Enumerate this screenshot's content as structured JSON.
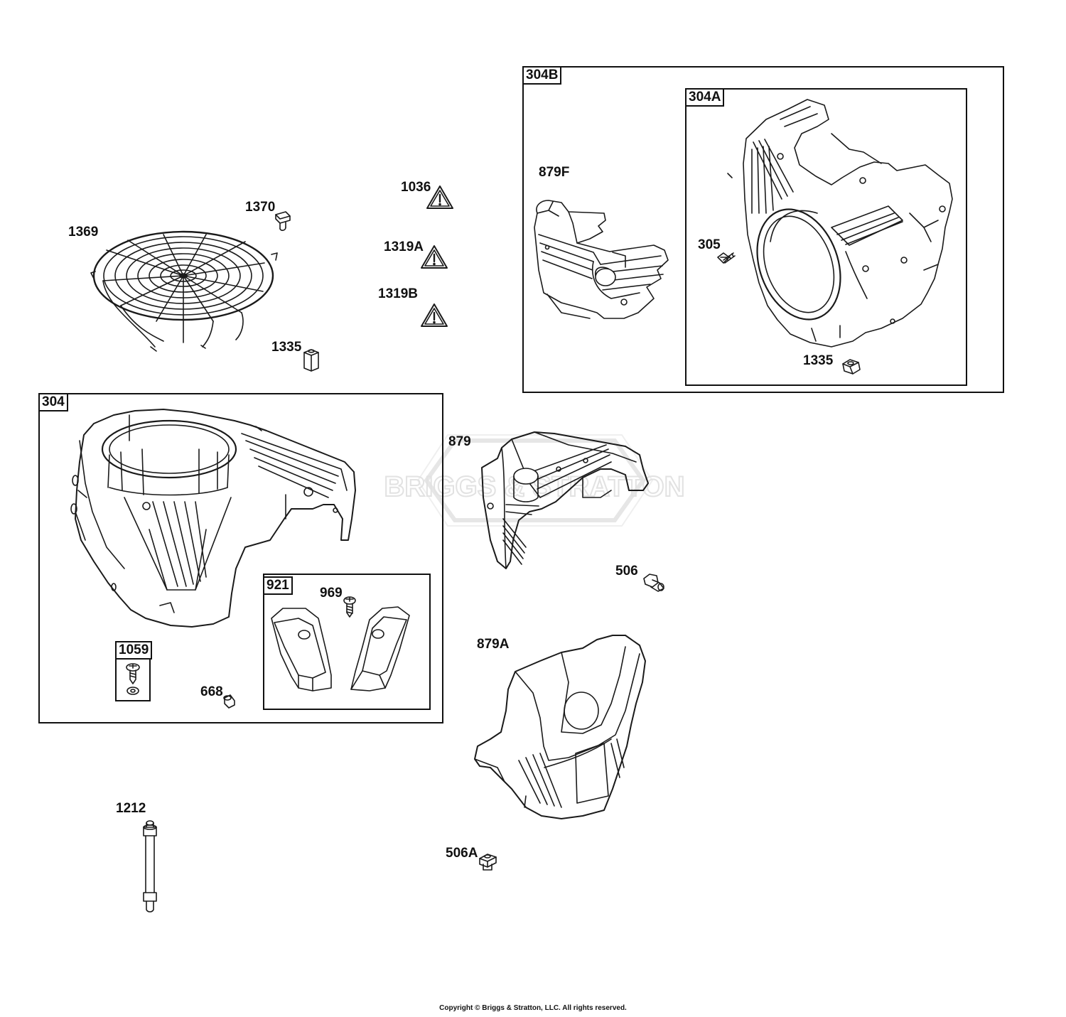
{
  "watermark": {
    "text": "BRIGGS & STRATTON"
  },
  "copyright": "Copyright © Briggs & Stratton, LLC. All rights reserved.",
  "labels": {
    "p1369": "1369",
    "p1370": "1370",
    "p1036": "1036",
    "p1319A": "1319A",
    "p1319B": "1319B",
    "p1335_top": "1335",
    "p879F": "879F",
    "p305": "305",
    "p1335_box": "1335",
    "p879": "879",
    "p506": "506",
    "p969": "969",
    "p668": "668",
    "p879A": "879A",
    "p1212": "1212",
    "p506A": "506A"
  },
  "box_labels": {
    "b304B": "304B",
    "b304A": "304A",
    "b304": "304",
    "b921": "921",
    "b1059": "1059"
  }
}
